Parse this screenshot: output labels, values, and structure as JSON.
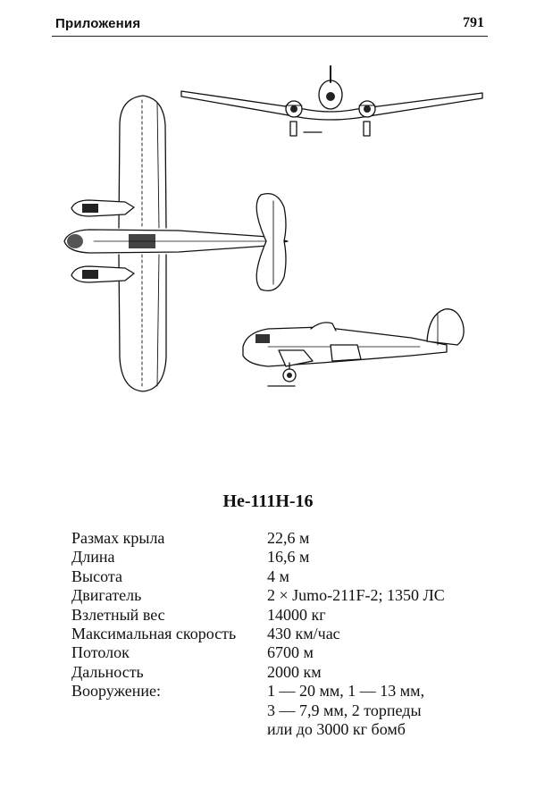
{
  "header": {
    "section": "Приложения",
    "page_number": "791"
  },
  "aircraft": {
    "name": "He-111H-16"
  },
  "specs": [
    {
      "label": "Размах крыла",
      "value": [
        "22,6 м"
      ]
    },
    {
      "label": "Длина",
      "value": [
        "16,6 м"
      ]
    },
    {
      "label": "Высота",
      "value": [
        "4 м"
      ]
    },
    {
      "label": "Двигатель",
      "value": [
        "2 × Jumo-211F-2; 1350 ЛС"
      ]
    },
    {
      "label": "Взлетный вес",
      "value": [
        "14000 кг"
      ]
    },
    {
      "label": "Максимальная скорость",
      "value": [
        "430 км/час"
      ]
    },
    {
      "label": "Потолок",
      "value": [
        "6700 м"
      ]
    },
    {
      "label": "Дальность",
      "value": [
        "2000 км"
      ]
    },
    {
      "label": "Вооружение:",
      "value": [
        "1 — 20 мм, 1 — 13 мм,",
        "3 — 7,9 мм, 2 торпеды",
        "или до 3000 кг бомб"
      ]
    }
  ]
}
